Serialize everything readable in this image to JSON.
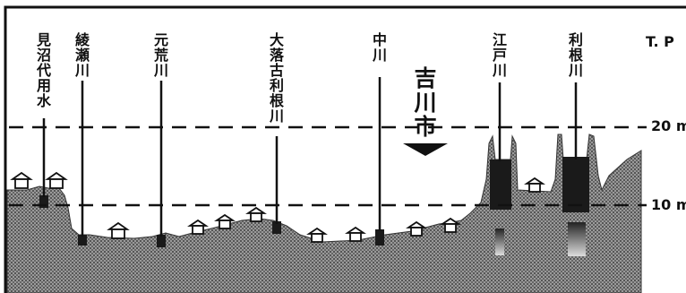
{
  "reference_label": "T. P",
  "elevation_labels": {
    "upper": "20 m",
    "lower": "10 m"
  },
  "city": {
    "chars": [
      "吉",
      "川",
      "市"
    ]
  },
  "rivers": [
    {
      "id": "minuma",
      "chars": [
        "見",
        "沼",
        "代",
        "用",
        "水"
      ]
    },
    {
      "id": "ayase",
      "chars": [
        "綾",
        "瀬",
        "川"
      ]
    },
    {
      "id": "motoara",
      "chars": [
        "元",
        "荒",
        "川"
      ]
    },
    {
      "id": "ootone",
      "chars": [
        "大",
        "落",
        "古",
        "利",
        "根",
        "川"
      ]
    },
    {
      "id": "naka",
      "chars": [
        "中",
        "川"
      ]
    },
    {
      "id": "edo",
      "chars": [
        "江",
        "戸",
        "川"
      ]
    },
    {
      "id": "tone",
      "chars": [
        "利",
        "根",
        "川"
      ]
    }
  ],
  "colors": {
    "ground": "#8a8a8a",
    "ground_dark": "#555555",
    "line": "#111111",
    "channel": "#1a1a1a"
  }
}
